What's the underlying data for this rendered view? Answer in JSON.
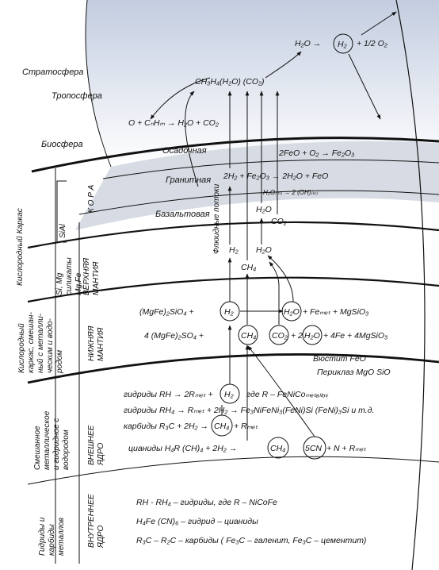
{
  "atmosphere": {
    "stratosphere": "Стратосфера",
    "troposphere": "Тропосфера",
    "biosphere": "Биосфера"
  },
  "shells": {
    "sedimentary": "Осадочная",
    "granite": "Гранитная",
    "basalt": "Базальтовая",
    "crust": "К О Р А",
    "upper_mantle": "ВЕРХНЯЯ МАНТИЯ",
    "lower_mantle": "НИЖНЯЯ МАНТИЯ",
    "outer_core": "ВНЕШНЕЕ ЯДРО",
    "inner_core": "ВНУТРЕННЕЕ ЯДРО"
  },
  "left_labels": {
    "oxygen_frame": "Кислородный Каркас",
    "sial": "SiAl",
    "si_mg": "Si, Mg",
    "silicates": "силикаты",
    "mg_fe": "Mg,Fe",
    "mixed_frame_1": "Кислородный",
    "mixed_frame_2": "каркас, смешан-",
    "mixed_frame_3": "ный с металли-",
    "mixed_frame_4": "ческим и водо-",
    "mixed_frame_5": "родом",
    "mixed_core_1": "Смешанное",
    "mixed_core_2": "металлическое",
    "mixed_core_3": "и гидридное с",
    "mixed_core_4": "водородом",
    "hydrides_1": "Гидриды и",
    "hydrides_2": "карбиды",
    "hydrides_3": "металлов"
  },
  "fluid_flows": "Флюидные потоки",
  "reactions": {
    "strat_h2o": "H₂O →",
    "strat_h2": "H₂",
    "strat_o2": "+ 1/2 O₂",
    "tropo": "CH₃H₄(H₂O) (CO₂)",
    "bio": "O + CₙHₘ → H₂O + CO₂",
    "sed_feo": "2FeO + O₂ → Fe₂O₃",
    "gran": "2H₂ + Fe₂O₃ → 2H₂O + FeO",
    "gran_oh": "H₂O₍ₘ₎ → 2 (OH)₍ₖᵣ₎",
    "bas_h2o": "H₂O",
    "bas_co2": "CO₂",
    "um_h2": "H₂",
    "um_ch4": "CH₄",
    "um_h2o": "H₂O",
    "lm1_left": "(MgFe)₂SiO₄ +",
    "lm1_h2": "H₂",
    "lm1_h2o": "H₂O",
    "lm1_right": "+ Feₘₑₜ + MgSiO₃",
    "lm2_left": "4 (MgFe)₂SO₄ +",
    "lm2_ch4": "CH₄",
    "lm2_co2": "CO₂",
    "lm2_plus2": "+ 2",
    "lm2_h2o": "H₂O",
    "lm2_right": "+ 4Fe + 4MgSiO₃",
    "wustite": "Вюстит FeO",
    "periclase": "Периклаз MgO SiO",
    "oc1_left": "гидриды RH → 2Rₘₑₜ +",
    "oc1_h2": "H₂",
    "oc1_right": "где R – FeNiCoₘₑₜₐₗₗₒᵥ",
    "oc2": "гидриды RH₄ → Rₘₑₜ + 2H₂ → Fe₃NiFeNi₃(FeNi)Si (FeNi)₃Si и т.д.",
    "oc3_left": "карбиды R₃C + 2H₂ →",
    "oc3_ch4": "CH₄",
    "oc3_right": "+ Rₘₑₜ",
    "oc4_left": "цианиды H₄R (CH)₄ + 2H₂ →",
    "oc4_ch4": "CH₄",
    "oc4_5cn": "5CN",
    "oc4_right": "+ N + Rₘₑₜ",
    "ic1": "RH - RH₄ – гидриды, где R – NiCoFe",
    "ic2": "H₄Fe (CN)₆ – гидрид – цианиды",
    "ic3": "R₃C – R₂C – карбиды ( Fe₃C – галенит, Fe₃C – цементит)"
  },
  "colors": {
    "sky_top": "#c3cde0",
    "sky_bottom": "#ffffff",
    "crust_band": "#d7dbe3",
    "ink": "#111111"
  }
}
